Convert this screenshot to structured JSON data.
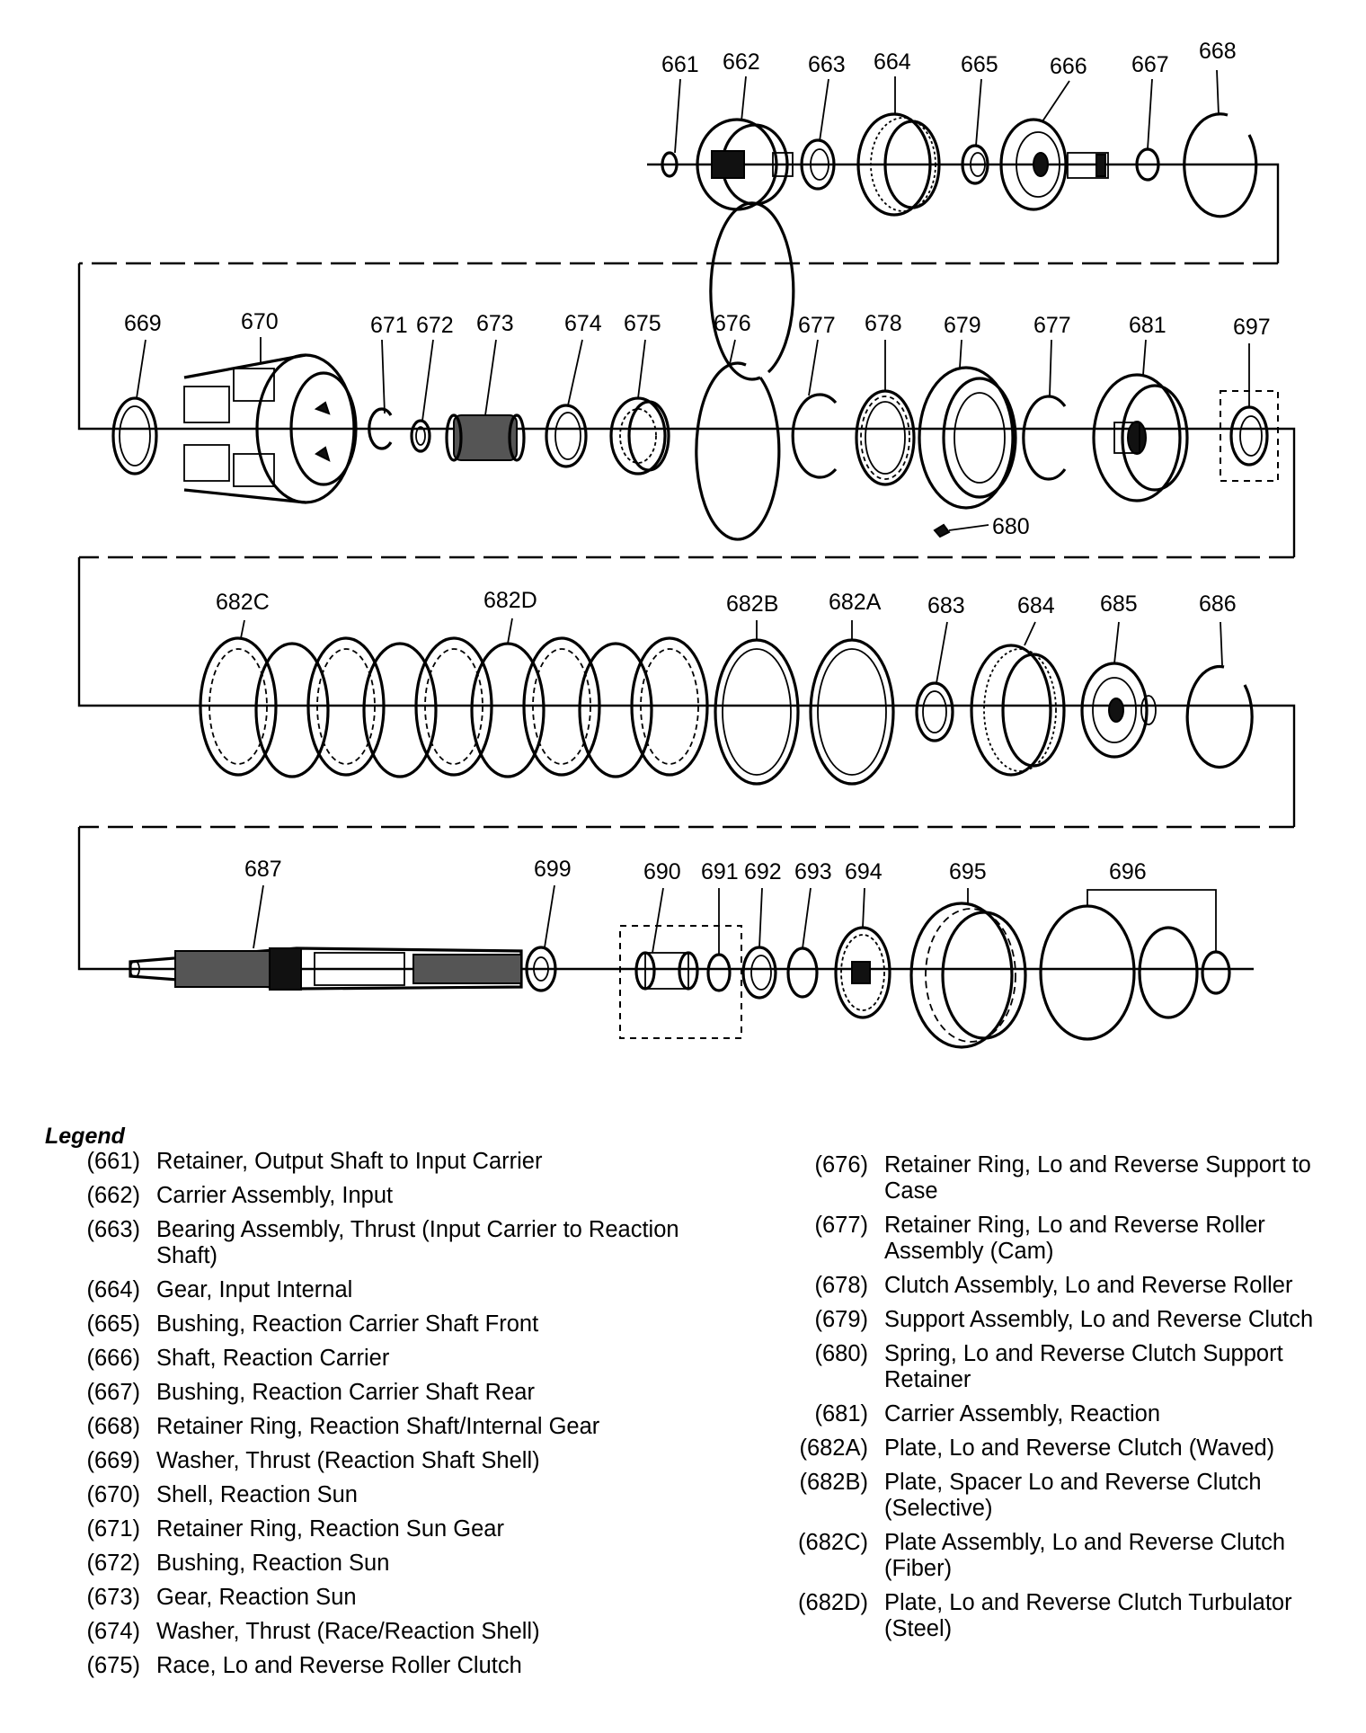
{
  "diagram": {
    "callouts": {
      "c661": "661",
      "c662": "662",
      "c663": "663",
      "c664": "664",
      "c665": "665",
      "c666": "666",
      "c667": "667",
      "c668": "668",
      "c669": "669",
      "c670": "670",
      "c671": "671",
      "c672": "672",
      "c673": "673",
      "c674": "674",
      "c675": "675",
      "c676": "676",
      "c677a": "677",
      "c678": "678",
      "c679": "679",
      "c677b": "677",
      "c681": "681",
      "c697": "697",
      "c680": "680",
      "c682C": "682C",
      "c682D": "682D",
      "c682B": "682B",
      "c682A": "682A",
      "c683": "683",
      "c684": "684",
      "c685": "685",
      "c686": "686",
      "c687": "687",
      "c699": "699",
      "c690": "690",
      "c691": "691",
      "c692": "692",
      "c693": "693",
      "c694": "694",
      "c695": "695",
      "c696": "696"
    }
  },
  "legend": {
    "title": "Legend",
    "left": [
      {
        "num": "(661)",
        "desc": "Retainer, Output Shaft to Input Carrier"
      },
      {
        "num": "(662)",
        "desc": "Carrier Assembly, Input"
      },
      {
        "num": "(663)",
        "desc": "Bearing Assembly, Thrust (Input Carrier to Reaction Shaft)"
      },
      {
        "num": "(664)",
        "desc": "Gear, Input Internal"
      },
      {
        "num": "(665)",
        "desc": "Bushing, Reaction Carrier Shaft Front"
      },
      {
        "num": "(666)",
        "desc": "Shaft, Reaction Carrier"
      },
      {
        "num": "(667)",
        "desc": "Bushing, Reaction Carrier Shaft Rear"
      },
      {
        "num": "(668)",
        "desc": "Retainer Ring, Reaction Shaft/Internal Gear"
      },
      {
        "num": "(669)",
        "desc": "Washer, Thrust (Reaction Shaft Shell)"
      },
      {
        "num": "(670)",
        "desc": "Shell, Reaction Sun"
      },
      {
        "num": "(671)",
        "desc": "Retainer Ring, Reaction Sun Gear"
      },
      {
        "num": "(672)",
        "desc": "Bushing, Reaction Sun"
      },
      {
        "num": "(673)",
        "desc": "Gear, Reaction Sun"
      },
      {
        "num": "(674)",
        "desc": "Washer, Thrust (Race/Reaction Shell)"
      },
      {
        "num": "(675)",
        "desc": "Race, Lo and Reverse Roller Clutch"
      }
    ],
    "right": [
      {
        "num": "(676)",
        "desc": "Retainer Ring, Lo and Reverse Support to Case"
      },
      {
        "num": "(677)",
        "desc": "Retainer Ring, Lo and Reverse Roller Assembly (Cam)"
      },
      {
        "num": "(678)",
        "desc": "Clutch Assembly, Lo and Reverse Roller"
      },
      {
        "num": "(679)",
        "desc": "Support Assembly, Lo and Reverse Clutch"
      },
      {
        "num": "(680)",
        "desc": "Spring, Lo and Reverse Clutch Support Retainer"
      },
      {
        "num": "(681)",
        "desc": "Carrier Assembly, Reaction"
      },
      {
        "num": "(682A)",
        "desc": "Plate, Lo and Reverse Clutch (Waved)"
      },
      {
        "num": "(682B)",
        "desc": "Plate, Spacer Lo and Reverse Clutch (Selective)"
      },
      {
        "num": "(682C)",
        "desc": "Plate Assembly, Lo and Reverse Clutch (Fiber)"
      },
      {
        "num": "(682D)",
        "desc": "Plate, Lo and Reverse Clutch Turbulator (Steel)"
      }
    ]
  }
}
